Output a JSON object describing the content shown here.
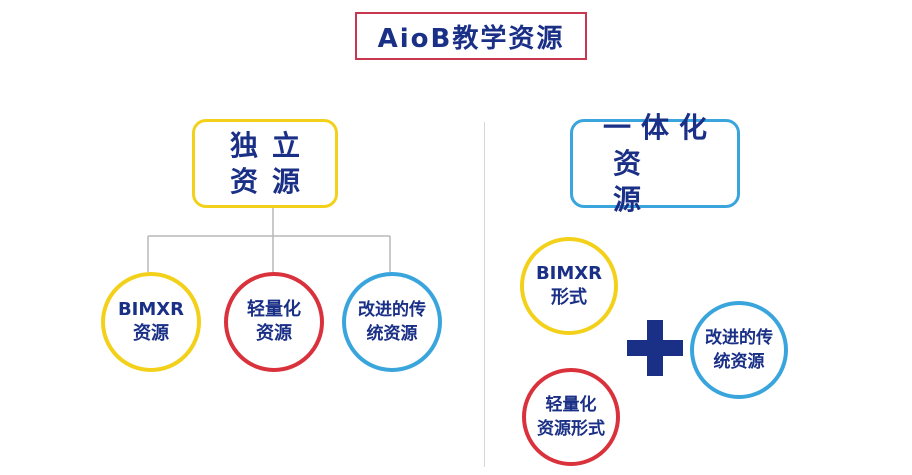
{
  "title": "AioB教学资源",
  "left": {
    "box": {
      "line1": "独立",
      "line2": "资源"
    },
    "circles": [
      {
        "line1": "BIMXR",
        "line2": "资源"
      },
      {
        "line1": "轻量化",
        "line2": "资源"
      },
      {
        "line1": "改进的传",
        "line2": "统资源"
      }
    ]
  },
  "right": {
    "box": {
      "line1": "一体化",
      "line2": "资源"
    },
    "circles": [
      {
        "line1": "BIMXR",
        "line2": "形式"
      },
      {
        "line1": "改进的传",
        "line2": "统资源"
      },
      {
        "line1": "轻量化",
        "line2": "资源形式"
      }
    ]
  },
  "colors": {
    "text": "#1a2f86",
    "title_border": "#c8374f",
    "yellow": "#f3d11a",
    "red": "#d9323c",
    "blue": "#3aa5dd"
  },
  "icons": {
    "plus": "plus-icon"
  }
}
